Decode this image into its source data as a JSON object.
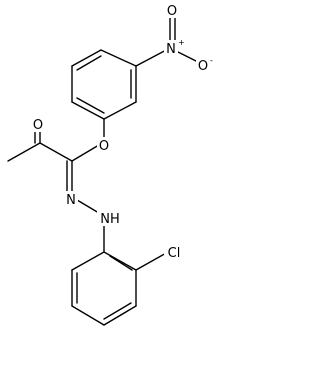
{
  "molecule": {
    "atoms": {
      "n_nitro": {
        "symbol": "N",
        "charge": "+"
      },
      "o_nitro_top": {
        "symbol": "O"
      },
      "o_nitro_minus": {
        "symbol": "O",
        "charge": "-"
      },
      "o_ketone": {
        "symbol": "O"
      },
      "o_ester": {
        "symbol": "O"
      },
      "n_imine": {
        "symbol": "N"
      },
      "nh_hydrazone": {
        "symbol": "NH"
      },
      "cl": {
        "symbol": "Cl"
      }
    }
  }
}
